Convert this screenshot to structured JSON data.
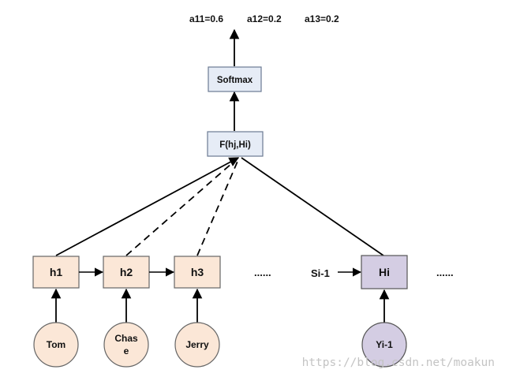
{
  "colors": {
    "line": "#000000",
    "box_border": "#666666",
    "top_box_fill": "#e6ecf6",
    "top_box_border": "#6c7a92",
    "h_box_fill": "#fbe7d7",
    "hi_box_fill": "#d4cde3",
    "word_circle_fill": "#fbe7d7",
    "yi_circle_fill": "#d4cde3",
    "watermark": "#c4c4c4"
  },
  "outputs": {
    "a11": "a11=0.6",
    "a12": "a12=0.2",
    "a13": "a13=0.2"
  },
  "nodes": {
    "softmax": "Softmax",
    "score": "F(hj,Hi)",
    "h1": "h1",
    "h2": "h2",
    "h3": "h3",
    "ellipsis_middle": "......",
    "s_prev": "Si-1",
    "hi": "Hi",
    "ellipsis_right": "......"
  },
  "inputs": {
    "tom": "Tom",
    "chase_line1": "Chas",
    "chase_line2": "e",
    "jerry": "Jerry",
    "yi": "Yi-1"
  },
  "watermark": "https://blog.csdn.net/moakun"
}
